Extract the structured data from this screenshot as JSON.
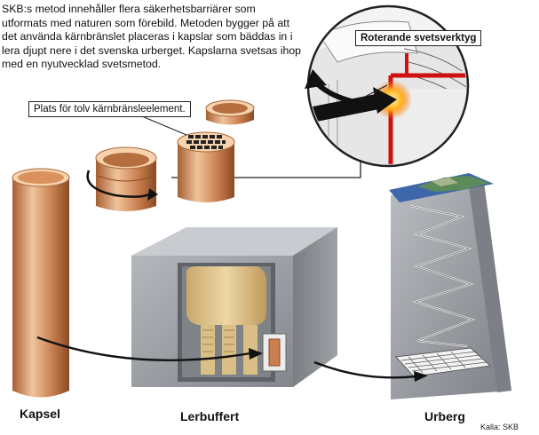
{
  "intro_text": "SKB:s metod innehåller flera säkerhetsbarriärer som utformats med naturen som förebild. Metoden bygger på att det använda kärnbränslet placeras i kapslar som bäddas in i lera djupt nere i det svenska urberget. Kapslarna svetsas ihop med en nyutvecklad svetsmetod.",
  "labels": {
    "capsule_callout": "Plats för tolv kärnbränsleelement.",
    "weld_tool": "Roterande svetsverktyg",
    "kapsel": "Kapsel",
    "lerbuffert": "Lerbuffert",
    "urberg": "Urberg",
    "source": "Kalla: SKB"
  },
  "colors": {
    "copper": "#c97f4f",
    "copper_light": "#f0c49c",
    "rock": "#8e9196",
    "clay": "#dcc38e",
    "weld_red": "#d01010",
    "land_green": "#5d8a5a",
    "water_blue": "#3d67a8"
  }
}
